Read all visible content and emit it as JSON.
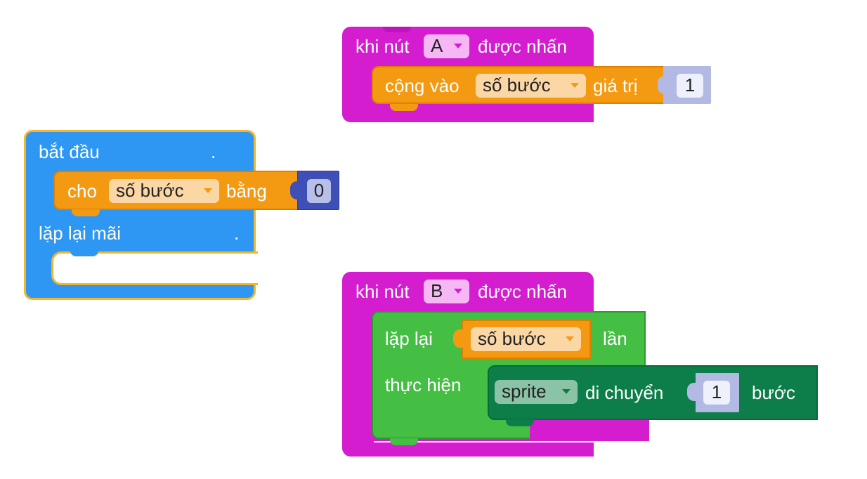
{
  "colors": {
    "event": "#d31dcf",
    "variable": "#f39a12",
    "variable_border": "#df7f00",
    "start": "#2e97f3",
    "start_border": "#f4b52a",
    "loop": "#44bf44",
    "loop_border": "#2e9a2e",
    "sprite": "#0d7e49",
    "number_socket_light": "#b2b9e3",
    "number_socket_dark": "#3f4fb8"
  },
  "event_a": {
    "label_prefix": "khi nút",
    "button": "A",
    "label_suffix": "được nhấn",
    "change_block": {
      "label_prefix": "cộng vào",
      "variable": "số bước",
      "label_suffix": "giá trị",
      "value": "1"
    }
  },
  "start_block": {
    "label": "bắt đầu",
    "dot": ".",
    "set_block": {
      "label_prefix": "cho",
      "variable": "số bước",
      "label_suffix": "bằng",
      "value": "0"
    },
    "forever_label": "lặp lại mãi",
    "forever_dot": "."
  },
  "event_b": {
    "label_prefix": "khi nút",
    "button": "B",
    "label_suffix": "được nhấn",
    "repeat_block": {
      "label_prefix": "lặp lại",
      "variable": "số bước",
      "label_suffix": "lần",
      "do_label": "thực hiện",
      "move_block": {
        "sprite": "sprite",
        "label_prefix": "di chuyển",
        "value": "1",
        "label_suffix": "bước"
      }
    }
  }
}
